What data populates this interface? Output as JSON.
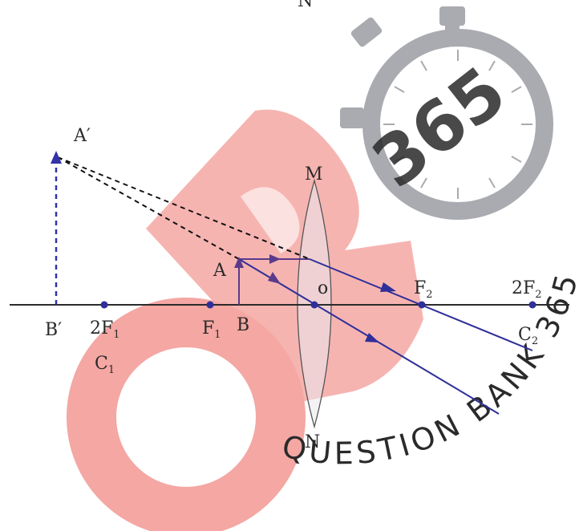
{
  "diagram": {
    "labels": {
      "top_N": "N",
      "A_image": "A′",
      "M": "M",
      "A": "A",
      "O": "o",
      "F2": "F",
      "F2_sub": "2",
      "twoF2": "2F",
      "twoF2_sub": "2",
      "B_image": "B′",
      "twoF1": "2F",
      "twoF1_sub": "1",
      "F1": "F",
      "F1_sub": "1",
      "B": "B",
      "C2": "C",
      "C2_sub": "2",
      "C1": "C",
      "C1_sub": "1",
      "N": "N"
    },
    "colors": {
      "axis": "#2b2b2b",
      "ray": "#2f2f9a",
      "object": "#5a3a8a",
      "image_dashed": "#3333aa",
      "lens_fill": "#e9e9ee",
      "lens_stroke": "#555555",
      "watermark_red": "#f08a86",
      "watermark_gray": "#a9abb0"
    }
  },
  "watermark": {
    "brand_number": "365",
    "tagline": "QUESTION BANK 365"
  }
}
